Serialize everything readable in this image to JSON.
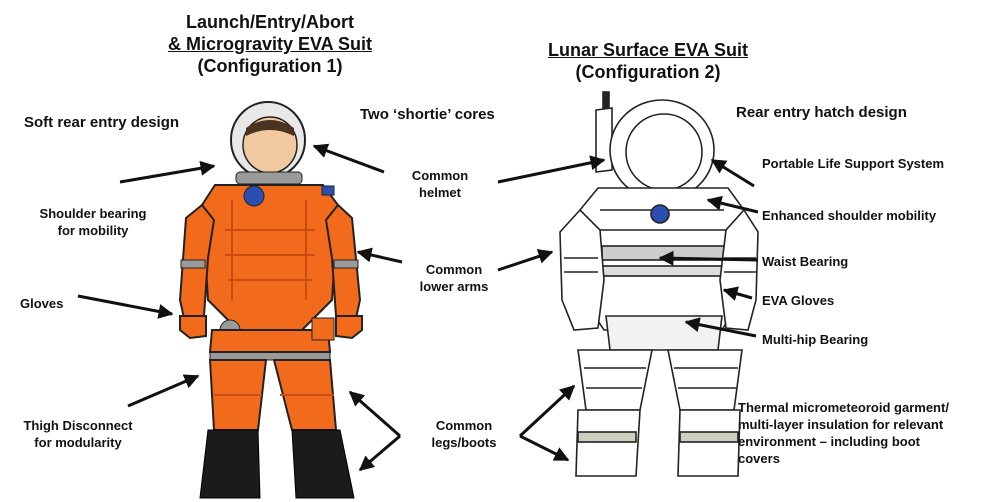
{
  "titles": {
    "left_line1": "Launch/Entry/Abort",
    "left_line2": "& Microgravity EVA Suit",
    "left_line3": "(Configuration 1)",
    "right_line1": "Lunar Surface EVA Suit",
    "right_line2": "(Configuration 2)"
  },
  "left_labels": {
    "soft_rear": "Soft rear entry design",
    "shoulder_1": "Shoulder bearing",
    "shoulder_2": "for mobility",
    "gloves": "Gloves",
    "thigh_1": "Thigh Disconnect",
    "thigh_2": "for modularity"
  },
  "center_labels": {
    "shortie": "Two ‘shortie’ cores",
    "helmet_1": "Common",
    "helmet_2": "helmet",
    "arms_1": "Common",
    "arms_2": "lower arms",
    "legs_1": "Common",
    "legs_2": "legs/boots"
  },
  "right_labels": {
    "rear_hatch": "Rear entry hatch design",
    "plss": "Portable Life Support System",
    "shoulder": "Enhanced shoulder mobility",
    "waist": "Waist Bearing",
    "eva_gloves": "EVA Gloves",
    "hip": "Multi-hip Bearing",
    "tmg_1": "Thermal micrometeoroid garment/",
    "tmg_2": "multi-layer insulation for relevant",
    "tmg_3": "environment – including boot",
    "tmg_4": "covers"
  },
  "colors": {
    "orange_suit": "#f26a1b",
    "orange_shade": "#c94d10",
    "bearing_gray": "#9a9a9a",
    "boot_black": "#1b1b1b",
    "white_suit": "#ffffff",
    "arrow": "#111111"
  }
}
